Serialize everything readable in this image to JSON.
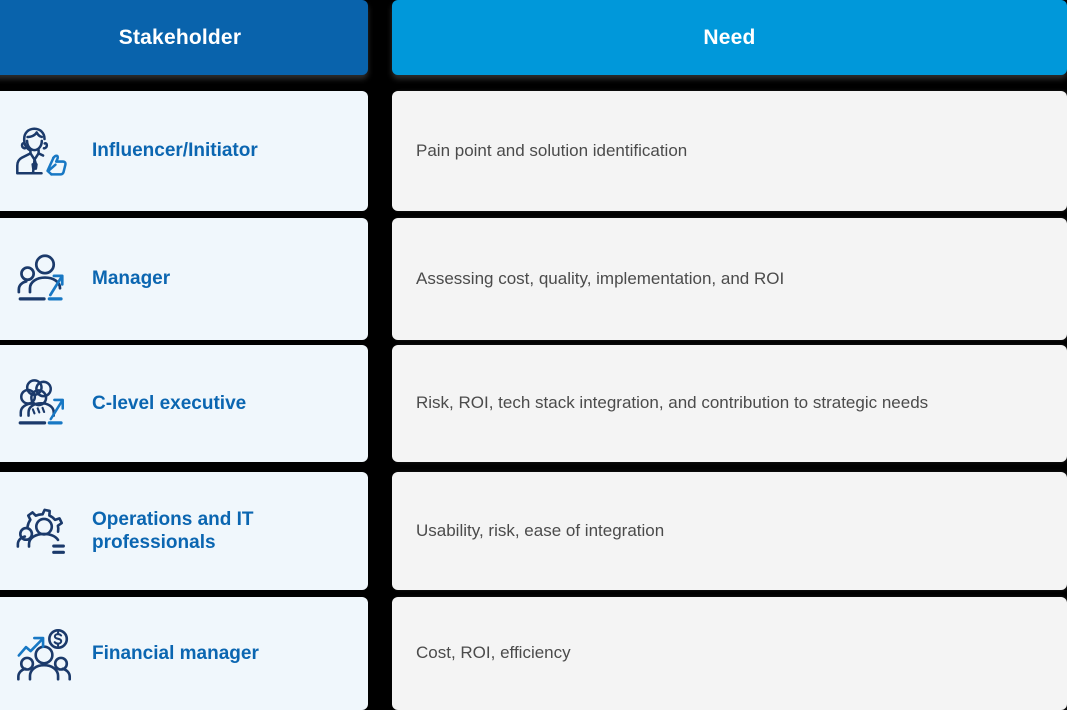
{
  "header": {
    "stakeholder_label": "Stakeholder",
    "need_label": "Need"
  },
  "colors": {
    "header_stakeholder_bg": "#0963ac",
    "header_need_bg": "#0098da",
    "stakeholder_cell_bg": "#f0f7fc",
    "need_cell_bg": "#f4f4f4",
    "stakeholder_text": "#0b66b1",
    "need_text": "#4b4b4b",
    "icon_dark": "#1b3a6b",
    "icon_light": "#1878c4",
    "page_bg": "#000000"
  },
  "rows": [
    {
      "icon": "businessperson-thumbsup-icon",
      "stakeholder": "Influencer/Initiator",
      "need": "Pain point and solution identification"
    },
    {
      "icon": "two-people-arrow-up-icon",
      "stakeholder": "Manager",
      "need": "Assessing cost, quality, implementation, and ROI"
    },
    {
      "icon": "people-group-arrow-up-icon",
      "stakeholder": "C-level executive",
      "need": "Risk, ROI, tech stack integration, and contribution to strategic needs"
    },
    {
      "icon": "people-gear-icon",
      "stakeholder": "Operations and IT professionals",
      "need": "Usability, risk, ease of integration"
    },
    {
      "icon": "people-chart-dollar-icon",
      "stakeholder": "Financial manager",
      "need": "Cost, ROI, efficiency"
    }
  ]
}
